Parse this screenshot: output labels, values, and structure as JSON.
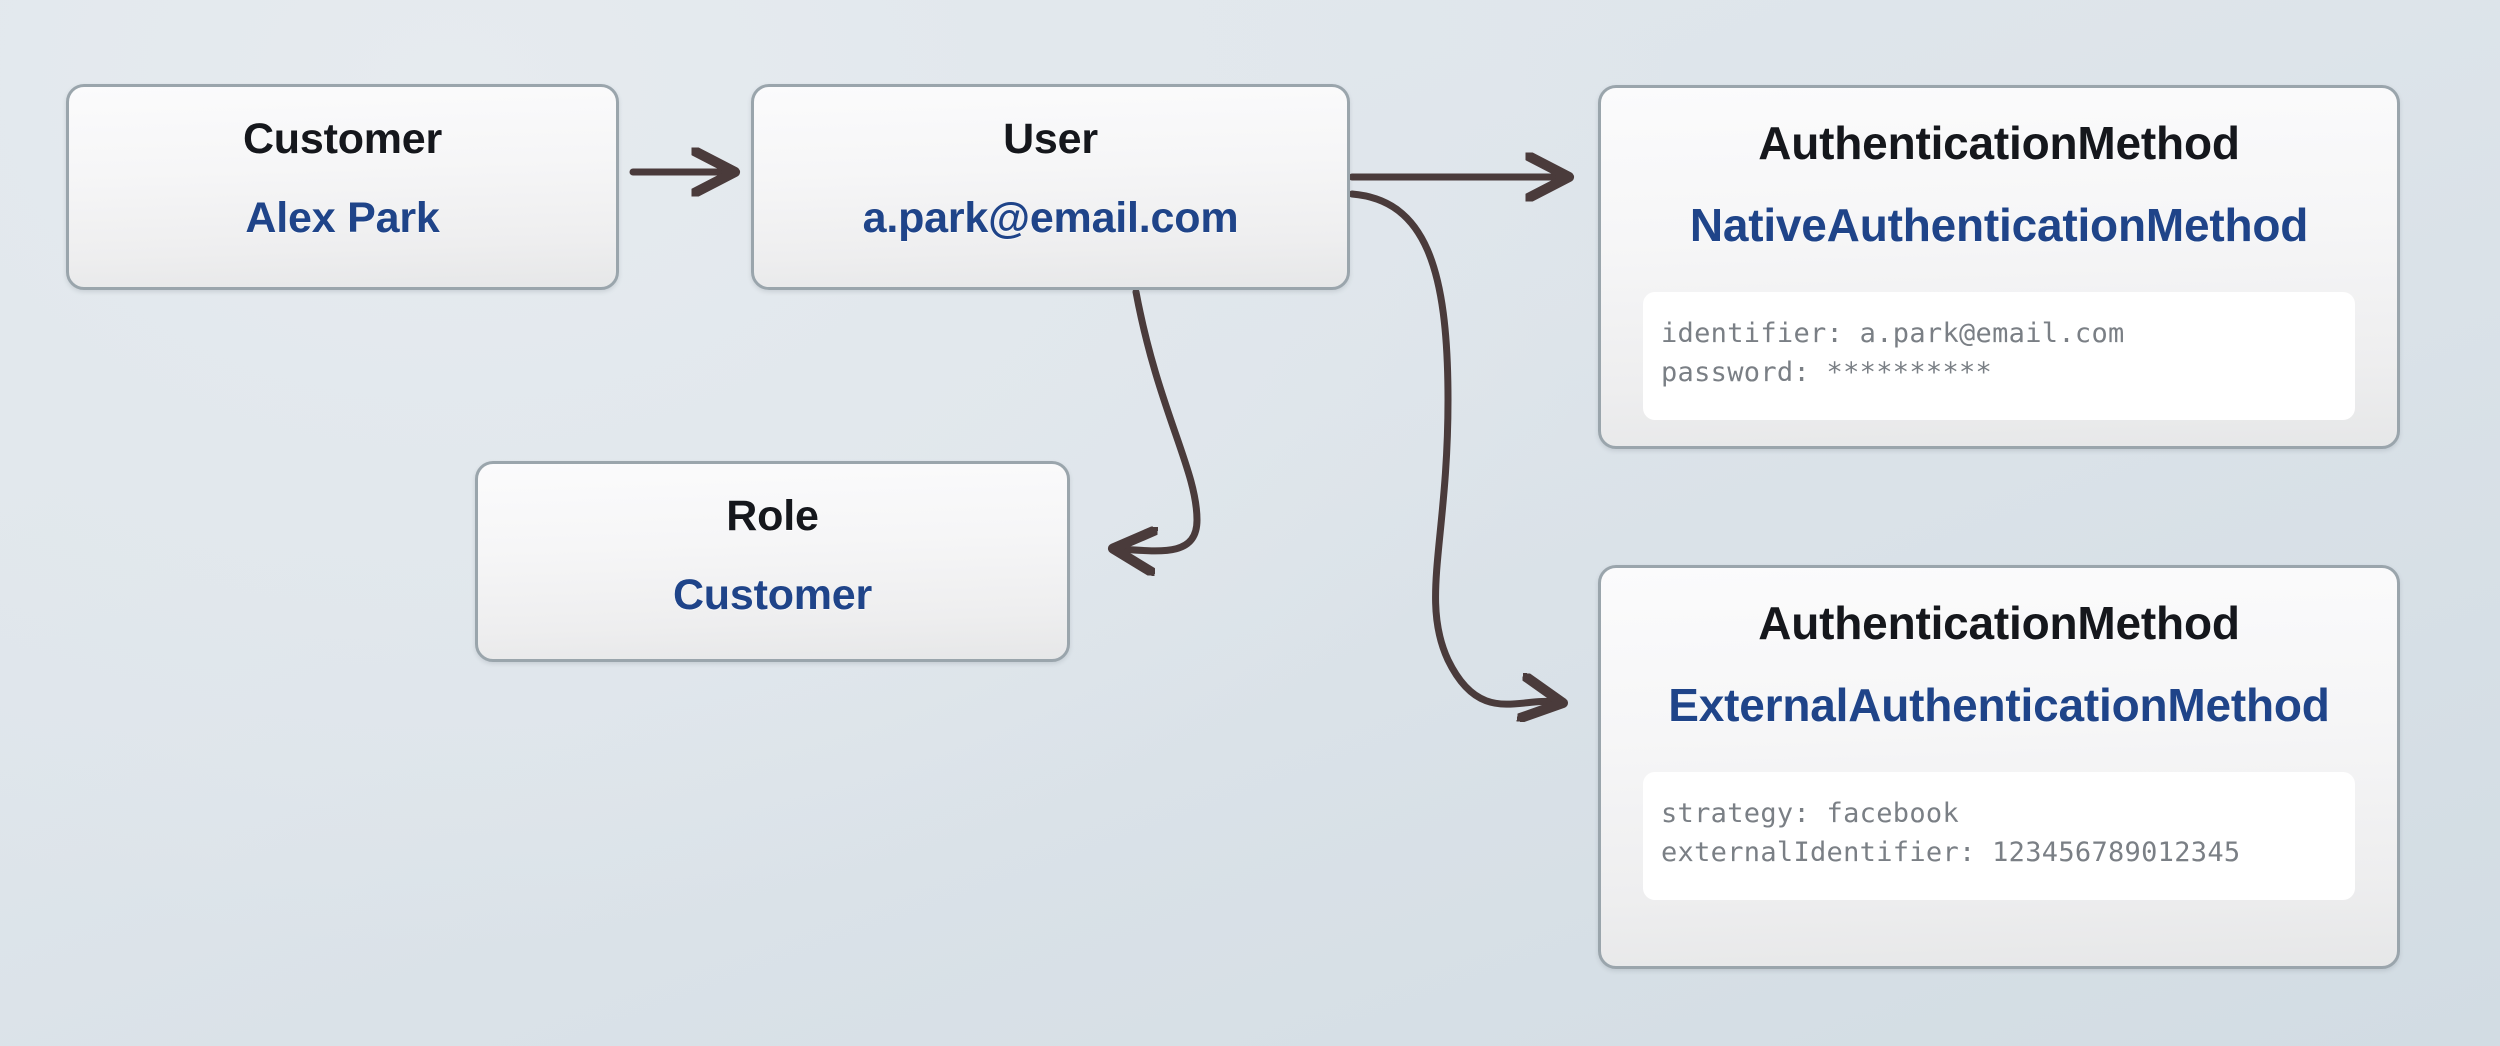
{
  "diagram": {
    "title": "User authentication entity relationships",
    "background_color": "#dee4ea",
    "accent_color": "#1f4489",
    "edge_color": "#4a3b3b",
    "node_border_color": "#9aa5ac"
  },
  "nodes": {
    "customer": {
      "type_label": "Customer",
      "value_label": "Alex Park"
    },
    "user": {
      "type_label": "User",
      "value_label": "a.park@email.com"
    },
    "role": {
      "type_label": "Role",
      "value_label": "Customer"
    },
    "native_auth": {
      "type_label": "AuthenticationMethod",
      "value_label": "NativeAuthenticationMethod",
      "properties": [
        "identifier: a.park@email.com",
        "password: **********"
      ]
    },
    "external_auth": {
      "type_label": "AuthenticationMethod",
      "value_label": "ExternalAuthenticationMethod",
      "properties": [
        "strategy: facebook",
        "externalIdentifier: 123456789012345"
      ]
    }
  },
  "edges": [
    {
      "name": "customer-to-user",
      "from": "customer",
      "to": "user",
      "style": "straight"
    },
    {
      "name": "user-to-native-auth",
      "from": "user",
      "to": "native_auth",
      "style": "straight"
    },
    {
      "name": "user-to-role",
      "from": "user",
      "to": "role",
      "style": "curved"
    },
    {
      "name": "user-to-external-auth",
      "from": "user",
      "to": "external_auth",
      "style": "curved"
    }
  ]
}
